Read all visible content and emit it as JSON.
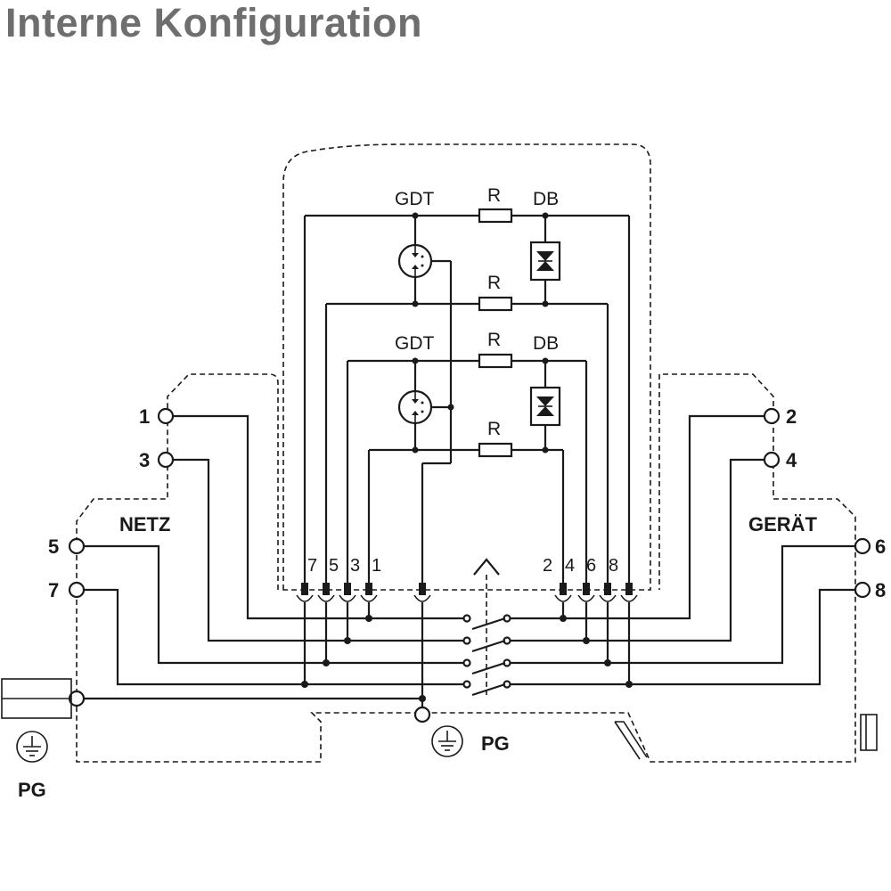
{
  "title": "Interne Konfiguration",
  "components": {
    "gdt_1": "GDT",
    "gdt_2": "GDT",
    "r_1": "R",
    "r_2": "R",
    "r_3": "R",
    "r_4": "R",
    "db_1": "DB",
    "db_2": "DB"
  },
  "sides": {
    "left": "NETZ",
    "right": "GERÄT"
  },
  "terminals": {
    "t1": "1",
    "t3": "3",
    "t5": "5",
    "t7": "7",
    "t2": "2",
    "t4": "4",
    "t6": "6",
    "t8": "8"
  },
  "plug_pins": {
    "p7": "7",
    "p5": "5",
    "p3": "3",
    "p1": "1",
    "p2": "2",
    "p4": "4",
    "p6": "6",
    "p8": "8"
  },
  "ground": {
    "left": "PG",
    "bottom": "PG"
  },
  "icons": [
    "ground-symbol-icon",
    "terminal-circle-icon",
    "gas-discharge-tube-icon",
    "resistor-icon",
    "diode-block-icon",
    "switch-contact-icon"
  ]
}
